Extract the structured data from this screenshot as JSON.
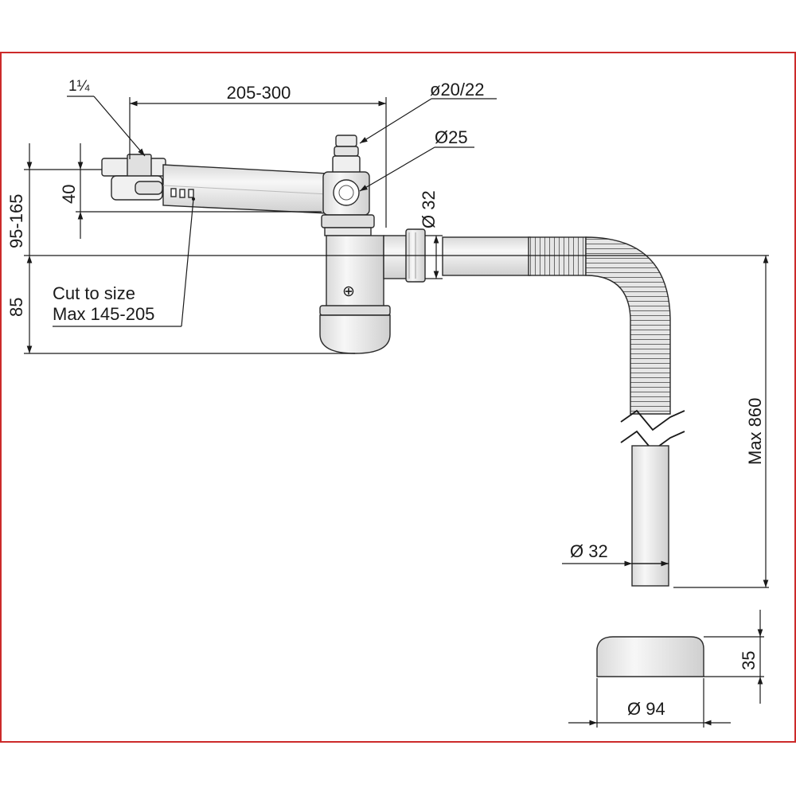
{
  "labels": {
    "thread": "1¼",
    "width": "205-300",
    "hose_conn": "ø20/22",
    "side_conn": "Ø25",
    "outlet_dia": "Ø 32",
    "height_range": "95-165",
    "inlet_height": "40",
    "trap_depth": "85",
    "cut_note_line1": "Cut to size",
    "cut_note_line2": "Max 145-205",
    "max_length": "Max 860",
    "pipe_dia": "Ø 32",
    "cap_height": "35",
    "cap_dia": "Ø 94"
  },
  "colors": {
    "frame": "#cc2a2a",
    "line": "#1a1a1a",
    "part_fill": "#f1f1f1",
    "part_shade": "#d6d6d6"
  }
}
